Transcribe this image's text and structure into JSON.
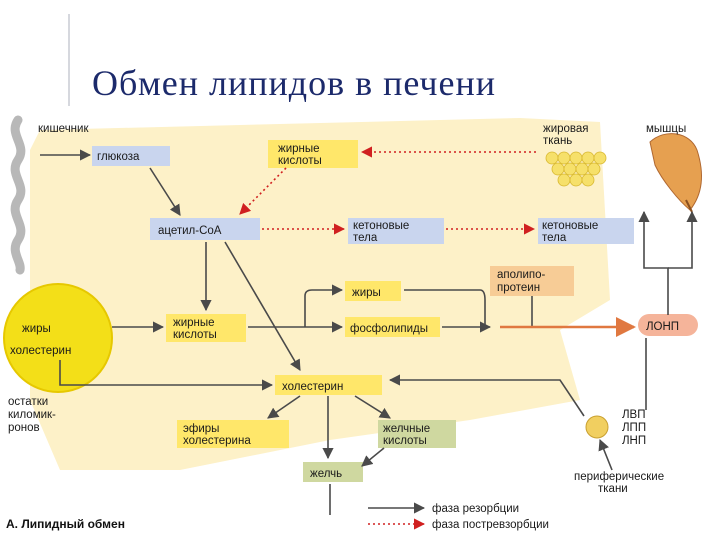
{
  "title": "Обмен липидов в печени",
  "nodes": {
    "intestine": "кишечник",
    "glucose": "глюкоза",
    "fatty_acids_top_1": "жирные",
    "fatty_acids_top_2": "кислоты",
    "adipose_1": "жировая",
    "adipose_2": "ткань",
    "muscles": "мышцы",
    "acetyl_coa": "ацетил-CoA",
    "ketone_liver_1": "кетоновые",
    "ketone_liver_2": "тела",
    "ketone_out_1": "кетоновые",
    "ketone_out_2": "тела",
    "fats": "жиры",
    "apolipo_1": "аполипо-",
    "apolipo_2": "протеин",
    "chylo_fats": "жиры",
    "chylo_chol": "холестерин",
    "fatty_acids_mid_1": "жирные",
    "fatty_acids_mid_2": "кислоты",
    "phospholipids": "фосфолипиды",
    "vldl": "ЛОНП",
    "remnants_1": "остатки",
    "remnants_2": "киломик-",
    "remnants_3": "ронов",
    "cholesterol": "холестерин",
    "esters_1": "эфиры",
    "esters_2": "холестерина",
    "bile_acids_1": "желчные",
    "bile_acids_2": "кислоты",
    "hdl": "ЛВП",
    "idl": "ЛПП",
    "ldl": "ЛНП",
    "peripheral_1": "периферические",
    "peripheral_2": "ткани",
    "bile": "желчь"
  },
  "legend": {
    "resorption": "фаза резорбции",
    "postresorption": "фаза постревзорбции"
  },
  "caption": "А. Липидный обмен",
  "colors": {
    "title": "#1c2a6b",
    "liver_bg": "#fdf1c8",
    "blue_box": "#c9d5ee",
    "yellow_box": "#ffe76a",
    "green_box": "#cfd8a0",
    "orange_box": "#f7cc96",
    "chylomicron": "#f3df18",
    "dark_arrow": "#4a4a4a",
    "red_arrow": "#d02020"
  }
}
